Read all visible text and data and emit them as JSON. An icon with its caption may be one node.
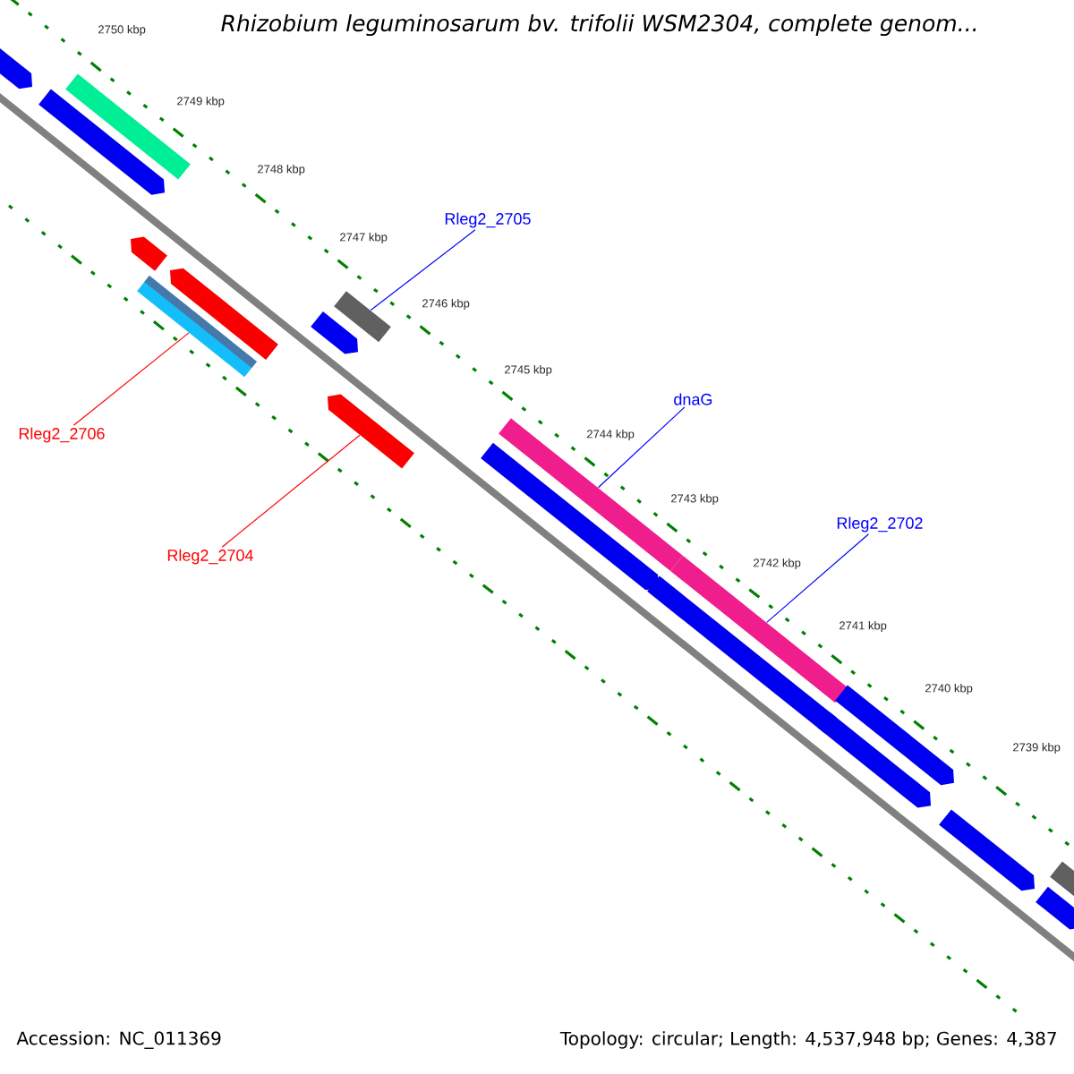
{
  "diagram": {
    "title": "Rhizobium leguminosarum bv. trifolii WSM2304, complete genom...",
    "nodes": [
      {
        "text": [
          "Rleg2_2705"
        ]
      },
      {
        "text": [
          "Rleg2_2706"
        ]
      },
      {
        "text": [
          "dnaG"
        ]
      },
      {
        "text": [
          "Rleg2_2702"
        ]
      },
      {
        "text": [
          "Rleg2_2704"
        ]
      },
      {
        "text": [],
        "shape": "bar"
      },
      {
        "text": [],
        "shape": "bar"
      },
      {
        "text": [],
        "shape": "bar"
      },
      {
        "text": [],
        "shape": "bar"
      },
      {
        "text": [],
        "shape": "bar"
      },
      {
        "text": [],
        "shape": "bar"
      },
      {
        "text": [],
        "shape": "bar"
      },
      {
        "text": [],
        "shape": "bar"
      },
      {
        "text": [],
        "shape": "bar"
      },
      {
        "text": [],
        "shape": "bar"
      },
      {
        "text": [],
        "shape": "bar"
      },
      {
        "text": [],
        "shape": "bar"
      },
      {
        "text": [],
        "shape": "bar"
      },
      {
        "text": [],
        "shape": "bar"
      },
      {
        "text": [],
        "shape": "bar"
      },
      {
        "text": [],
        "shape": "bar"
      },
      {
        "text": [],
        "shape": "bar"
      },
      {
        "text": [],
        "shape": "bar"
      }
    ],
    "edges": [
      {
        "from": 0,
        "to": 13,
        "arrow": "none"
      },
      {
        "from": 1,
        "to": 9,
        "arrow": "none",
        "color": "#ff0000"
      },
      {
        "from": 2,
        "to": 15,
        "arrow": "none"
      },
      {
        "from": 3,
        "to": 17,
        "arrow": "none"
      },
      {
        "from": 4,
        "to": 12,
        "arrow": "none",
        "color": "#ff0000"
      }
    ],
    "labels": [
      "2750 kbp",
      "2749 kbp",
      "2748 kbp",
      "2747 kbp",
      "2746 kbp",
      "2745 kbp",
      "2744 kbp",
      "2743 kbp",
      "2742 kbp",
      "2741 kbp",
      "2740 kbp",
      "2739 kbp",
      "Accession: NC_011369",
      "Topology: circular; Length: 4,537,948 bp; Genes: 4,387"
    ]
  }
}
